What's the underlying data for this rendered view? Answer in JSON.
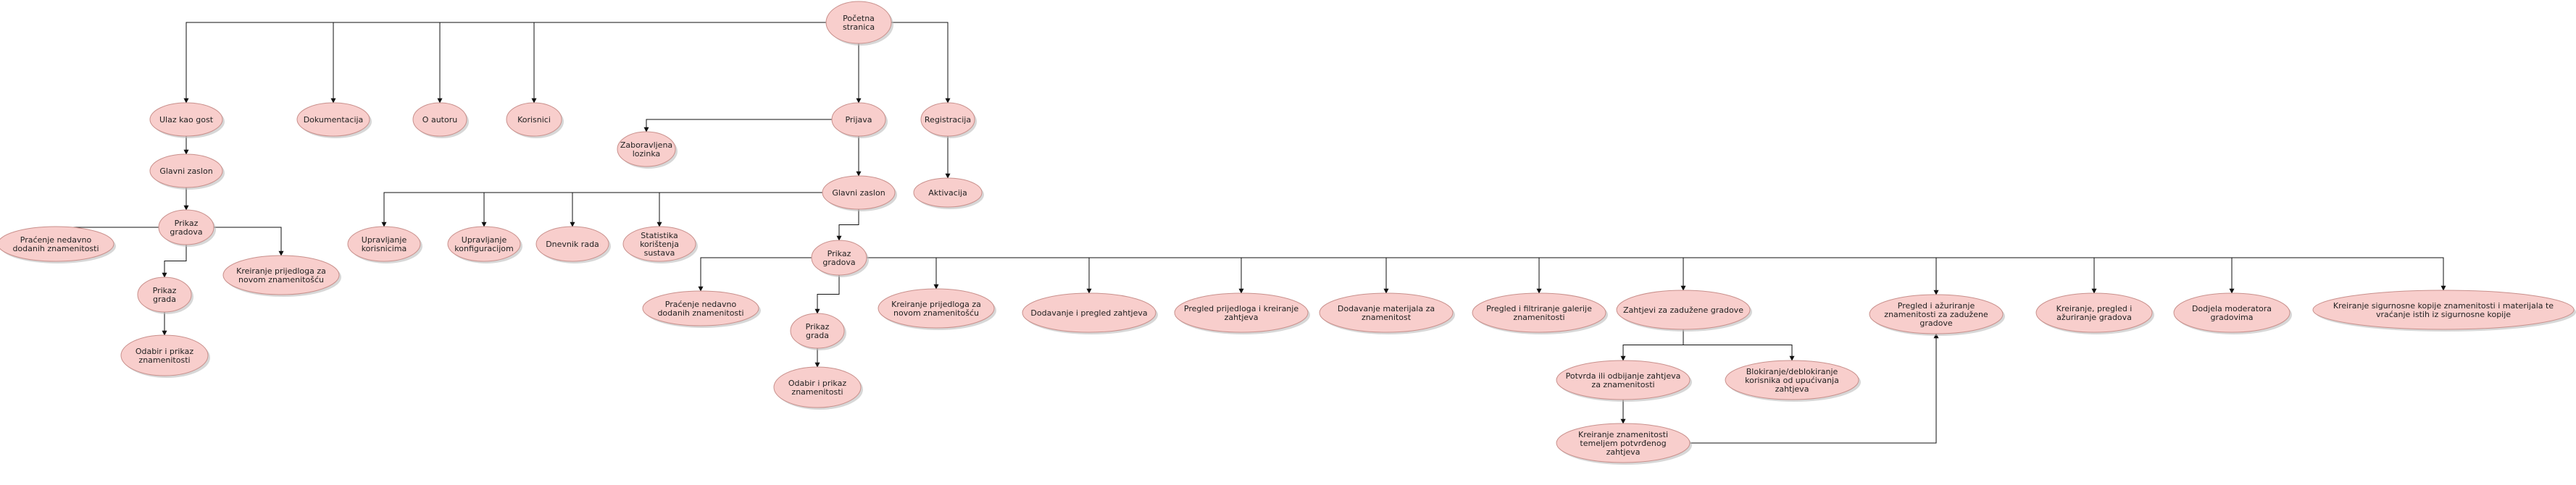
{
  "colors": {
    "node_fill": "#f8cecc",
    "node_stroke": "#c9908c",
    "edge": "#111111",
    "shadow": "#bdbdbd"
  },
  "nodes": {
    "pocetna": {
      "lines": [
        "Početna",
        "stranica"
      ]
    },
    "ulaz_gost": {
      "lines": [
        "Ulaz kao gost"
      ]
    },
    "dokumentacija": {
      "lines": [
        "Dokumentacija"
      ]
    },
    "o_autoru": {
      "lines": [
        "O autoru"
      ]
    },
    "korisnici": {
      "lines": [
        "Korisnici"
      ]
    },
    "prijava": {
      "lines": [
        "Prijava"
      ]
    },
    "registracija": {
      "lines": [
        "Registracija"
      ]
    },
    "zaboravljena": {
      "lines": [
        "Zaboravljena",
        "lozinka"
      ]
    },
    "aktivacija": {
      "lines": [
        "Aktivacija"
      ]
    },
    "g_glavni": {
      "lines": [
        "Glavni zaslon"
      ]
    },
    "g_prikaz_gradova": {
      "lines": [
        "Prikaz",
        "gradova"
      ]
    },
    "g_pracenje": {
      "lines": [
        "Praćenje nedavno",
        "dodanih znamenitosti"
      ]
    },
    "g_kreiranje_prij": {
      "lines": [
        "Kreiranje prijedloga za",
        "novom znamenitošću"
      ]
    },
    "g_prikaz_grada": {
      "lines": [
        "Prikaz",
        "grada"
      ]
    },
    "g_odabir": {
      "lines": [
        "Odabir i prikaz",
        "znamenitosti"
      ]
    },
    "k_glavni": {
      "lines": [
        "Glavni zaslon"
      ]
    },
    "upr_korisnicima": {
      "lines": [
        "Upravljanje",
        "korisnicima"
      ]
    },
    "upr_konfiguracijom": {
      "lines": [
        "Upravljanje",
        "konfiguracijom"
      ]
    },
    "dnevnik": {
      "lines": [
        "Dnevnik rada"
      ]
    },
    "statistika": {
      "lines": [
        "Statistika",
        "korištenja",
        "sustava"
      ]
    },
    "k_prikaz_gradova": {
      "lines": [
        "Prikaz",
        "gradova"
      ]
    },
    "k_pracenje": {
      "lines": [
        "Praćenje nedavno",
        "dodanih znamenitosti"
      ]
    },
    "k_prikaz_grada": {
      "lines": [
        "Prikaz",
        "grada"
      ]
    },
    "k_odabir": {
      "lines": [
        "Odabir i prikaz",
        "znamenitosti"
      ]
    },
    "k_kreiranje_prij": {
      "lines": [
        "Kreiranje prijedloga za",
        "novom znamenitošću"
      ]
    },
    "dodavanje_zahtjeva": {
      "lines": [
        "Dodavanje i pregled zahtjeva"
      ]
    },
    "pregled_prijedloga": {
      "lines": [
        "Pregled prijedloga i kreiranje",
        "zahtjeva"
      ]
    },
    "dodavanje_materijala": {
      "lines": [
        "Dodavanje materijala za",
        "znamenitost"
      ]
    },
    "galerija": {
      "lines": [
        "Pregled i filtriranje galerije",
        "znamenitosti"
      ]
    },
    "zahtjevi_zaduzene": {
      "lines": [
        "Zahtjevi za zadužene gradove"
      ]
    },
    "potvrda": {
      "lines": [
        "Potvrda ili odbijanje zahtjeva",
        "za znamenitosti"
      ]
    },
    "blokiranje": {
      "lines": [
        "Blokiranje/deblokiranje",
        "korisnika od upućivanja",
        "zahtjeva"
      ]
    },
    "kreiranje_znam": {
      "lines": [
        "Kreiranje znamenitosti",
        "temeljem potvrđenog",
        "zahtjeva"
      ]
    },
    "pregled_azuriranje": {
      "lines": [
        "Pregled i ažuriranje",
        "znamenitosti za zadužene",
        "gradove"
      ]
    },
    "kreiranje_gradova": {
      "lines": [
        "Kreiranje, pregled i",
        "ažuriranje gradova"
      ]
    },
    "dodjela": {
      "lines": [
        "Dodjela moderatora",
        "gradovima"
      ]
    },
    "sigurnosne": {
      "lines": [
        "Kreiranje sigurnosne kopije znamenitosti i materijala te",
        "vraćanje istih iz sigurnosne kopije"
      ]
    }
  }
}
